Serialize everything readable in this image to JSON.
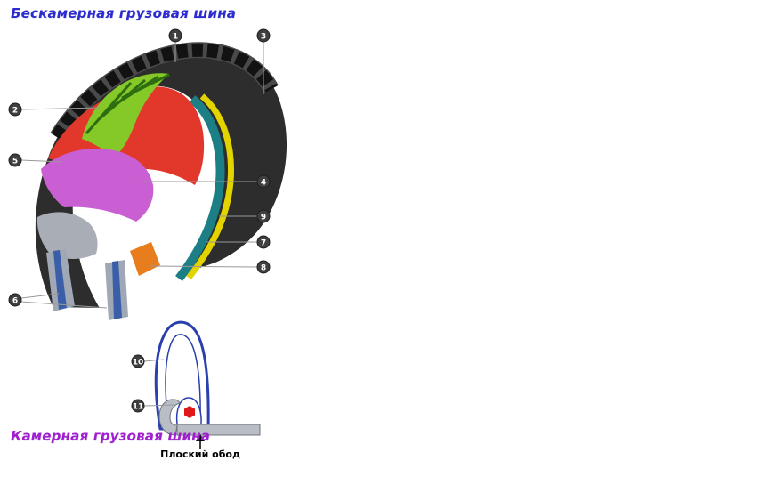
{
  "titles": {
    "tubeless": "Бескамерная грузовая шина",
    "tube_type": "Камерная грузовая шина"
  },
  "labels": {
    "flat_rim": "Плоский обод"
  },
  "callouts": [
    "1",
    "2",
    "3",
    "4",
    "5",
    "6",
    "7",
    "8",
    "9",
    "10",
    "11"
  ],
  "colors": {
    "title-top": "#2b2bd0",
    "title-bottom": "#a21fd0",
    "body": "#2d2d2d",
    "tread": "#121212",
    "tread-base": "#4a4a4a",
    "green": "#84c928",
    "green-stripe": "#2e6d10",
    "red": "#e2372b",
    "magenta": "#c95fd2",
    "gray-layer": "#a9adb5",
    "prong-gray": "#9fa8b4",
    "bead-blue": "#3a5fa8",
    "orange": "#e87d1e",
    "yellow": "#e3d400",
    "teal": "#1d7f86",
    "callout-bg": "#3f3f3f",
    "callout-text": "#ffffff",
    "line": "#999999",
    "rim": "#b9bdc4",
    "tube-blue": "#2a3fae",
    "dot-red": "#e01818"
  }
}
